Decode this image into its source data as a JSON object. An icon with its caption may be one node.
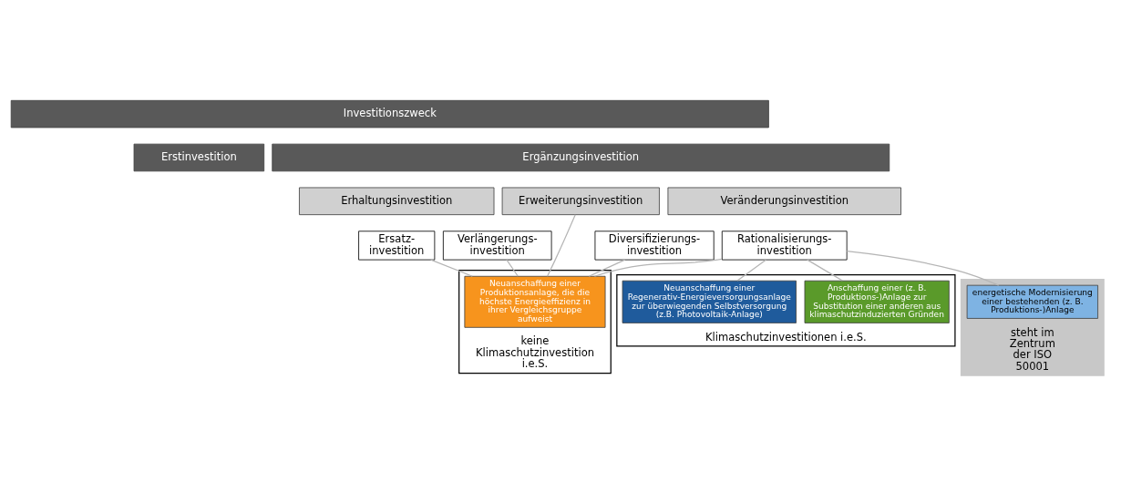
{
  "diagram": {
    "nodes": [
      {
        "text": [
          "Investitionszweck"
        ]
      },
      {
        "text": [
          "Erstinvestition"
        ]
      },
      {
        "text": [
          "Ergänzungsinvestition"
        ]
      },
      {
        "text": [
          "Erhaltungsinvestition"
        ]
      },
      {
        "text": [
          "Erweiterungsinvestition"
        ]
      },
      {
        "text": [
          "Veränderungsinvestition"
        ]
      },
      {
        "text": [
          "Ersatz- investition"
        ]
      },
      {
        "text": [
          "Verlängerungs- investition"
        ]
      },
      {
        "text": [
          "Diversifizierungs- investition"
        ]
      },
      {
        "text": [
          "Rationalisierungs- investition"
        ]
      },
      {
        "text": [
          "keine Klimaschutzinvestition i.e.S."
        ]
      },
      {
        "text": [
          "Neuanschaffung einer Produktionsanlage, die die höchste Energieeffizienz in ihrer Vergleichsgruppe aufweist"
        ],
        "in": 10
      },
      {
        "text": [
          "Klimaschutzinvestitionen i.e.S."
        ]
      },
      {
        "text": [
          "steht im Zentrum der ISO 50001"
        ]
      },
      {
        "text": [
          "energetische Modernisierung einer bestehenden (z. B. Produktions-)Anlage"
        ],
        "in": 13
      },
      {
        "text": [
          "Anschaffung einer (z. B. Produktions-)Anlage zur Substitution einer anderen aus klimaschutzinduzierten Gründen"
        ],
        "in": 12
      },
      {
        "text": [
          "Neuanschaffung einer Regenerativ-Energieversorgungsanlage zur überwiegenden Selbstversorgung (z.B. Photovoltaik-Anlage)"
        ],
        "in": 12
      }
    ],
    "edges": [
      {
        "from": 6,
        "to": 11,
        "arrow": "none"
      },
      {
        "from": 7,
        "to": 11,
        "arrow": "none"
      },
      {
        "from": 4,
        "to": 11,
        "arrow": "none"
      },
      {
        "from": 8,
        "to": 11,
        "arrow": "none"
      },
      {
        "from": 9,
        "to": 11,
        "arrow": "none"
      },
      {
        "from": 9,
        "to": 14,
        "arrow": "none"
      },
      {
        "from": 9,
        "to": 16,
        "arrow": "none"
      },
      {
        "from": 9,
        "to": 15,
        "arrow": "none"
      }
    ]
  }
}
